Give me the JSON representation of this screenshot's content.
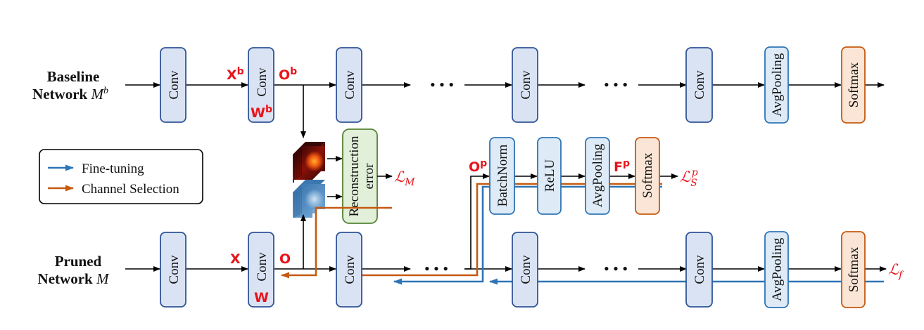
{
  "colors": {
    "block_blue_fill": "#dae3f3",
    "block_blue_stroke": "#2f5597",
    "pool_fill": "#deebf7",
    "pool_stroke": "#2e75b6",
    "softmax_fill": "#fbe5d6",
    "softmax_stroke": "#c55a11",
    "recon_fill": "#e2f0d9",
    "recon_stroke": "#548235",
    "fine_tuning": "#2e75b6",
    "channel_selection": "#c55a11",
    "variable_red": "#e8141c",
    "arrow_black": "#000000"
  },
  "baseline": {
    "label_line1": "Baseline",
    "label_line2": "Network ",
    "label_math": "M",
    "label_sup": "b",
    "blocks": [
      "Conv",
      "Conv",
      "Conv",
      "Conv",
      "Conv",
      "AvgPooling",
      "Softmax"
    ],
    "vars": {
      "x": "X",
      "x_sup": "b",
      "w": "W",
      "w_sup": "b",
      "o": "O",
      "o_sup": "b"
    },
    "ellipsis": "• • •"
  },
  "pruned": {
    "label_line1": "Pruned",
    "label_line2": "Network ",
    "label_math": "M",
    "blocks": [
      "Conv",
      "Conv",
      "Conv",
      "Conv",
      "Conv",
      "AvgPooling",
      "Softmax"
    ],
    "vars": {
      "x": "X",
      "w": "W",
      "o": "O"
    },
    "ellipsis": "• • •",
    "loss": "ℒ",
    "loss_sub": "f"
  },
  "reconstruction": {
    "line1": "Reconstruction",
    "line2": "error",
    "loss": "ℒ",
    "loss_sub": "M"
  },
  "branch": {
    "blocks": [
      "BatchNorm",
      "ReLU",
      "AvgPooling",
      "Softmax"
    ],
    "o_var": "O",
    "o_sup": "p",
    "f_var": "F",
    "f_sup": "p",
    "loss": "ℒ",
    "loss_sub": "S",
    "loss_sup": "p"
  },
  "legend": {
    "items": [
      {
        "label": "Fine-tuning",
        "color": "#2e75b6"
      },
      {
        "label": "Channel Selection",
        "color": "#c55a11"
      }
    ]
  }
}
